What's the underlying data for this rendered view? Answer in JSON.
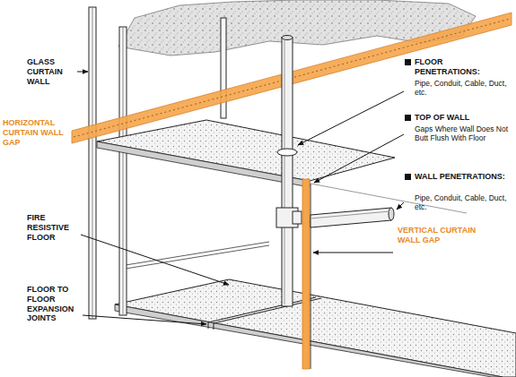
{
  "diagram": {
    "labels": [
      "GLASS CURTAIN WALL",
      "HORIZONTAL CURTAIN WALL GAP",
      "FIRE RESISTIVE FLOOR",
      "FLOOR TO FLOOR EXPANSION JOINTS",
      "FLOOR PENETRATIONS:",
      "Pipe, Conduit, Cable, Duct, etc.",
      "TOP OF WALL",
      "Gaps Where Wall Does Not Butt Flush With Floor",
      "WALL PENETRATIONS:",
      "Pipe, Conduit, Cable, Duct, etc.",
      "VERTICAL CURTAIN WALL GAP"
    ]
  }
}
